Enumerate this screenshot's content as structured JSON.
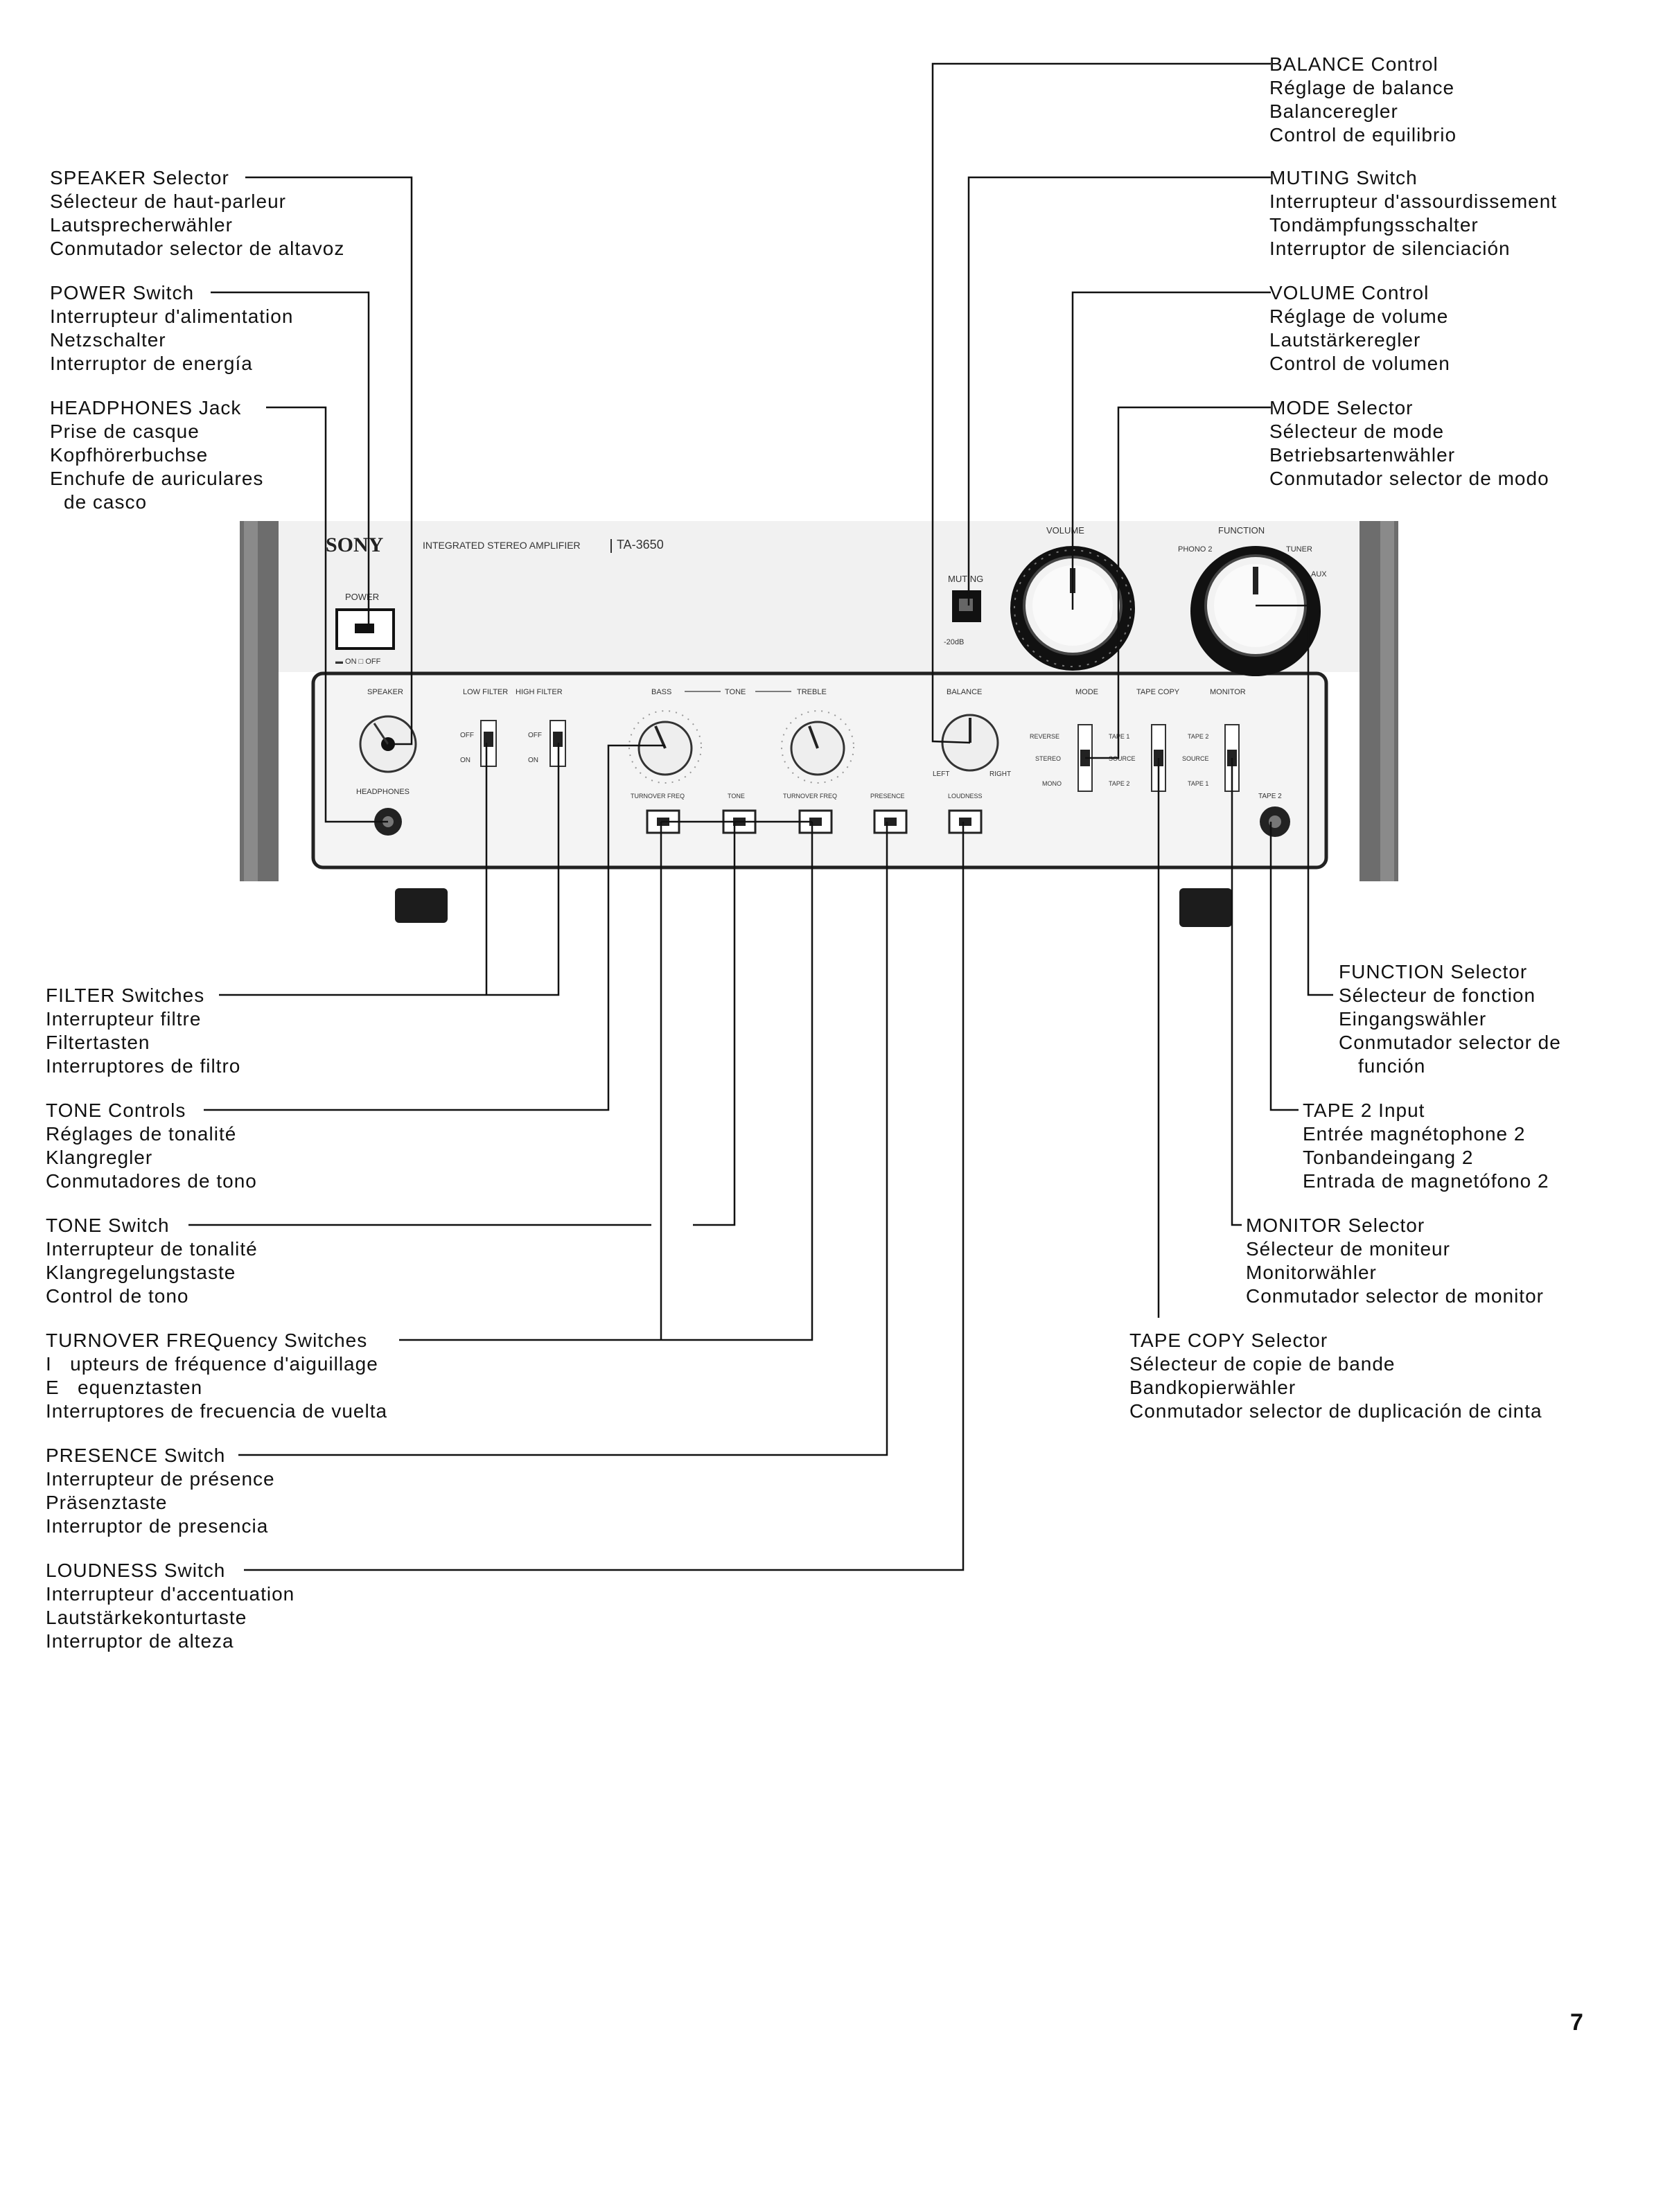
{
  "panel": {
    "brand": "SONY",
    "model_text": "INTEGRATED STEREO AMPLIFIER",
    "model_number": "TA-3650",
    "power": "POWER",
    "power_state": "▬ ON  □ OFF",
    "volume": "VOLUME",
    "function": "FUNCTION",
    "muting": "MUTING",
    "muting_db": "-20dB",
    "phono2": "PHONO 2",
    "tuner": "TUNER",
    "aux": "AUX",
    "speaker": "SPEAKER",
    "low_filter": "LOW FILTER",
    "high_filter": "HIGH FILTER",
    "bass": "BASS",
    "tone": "TONE",
    "treble": "TREBLE",
    "balance": "BALANCE",
    "left": "LEFT",
    "right": "RIGHT",
    "mode": "MODE",
    "tape_copy": "TAPE COPY",
    "monitor": "MONITOR",
    "reverse": "REVERSE",
    "stereo": "STEREO",
    "mono": "MONO",
    "source": "SOURCE",
    "tape1": "TAPE 1",
    "tape2": "TAPE 2",
    "headphones": "HEADPHONES",
    "turnover_freq": "TURNOVER FREQ",
    "tone_btn": "TONE",
    "presence": "PRESENCE",
    "loudness": "LOUDNESS",
    "off": "OFF",
    "on": "ON"
  },
  "labels": {
    "balance": [
      "BALANCE Control",
      "Réglage de balance",
      "Balanceregler",
      "Control de equilibrio"
    ],
    "muting": [
      "MUTING Switch",
      "Interrupteur d'assourdissement",
      "Tondämpfungsschalter",
      "Interruptor de silenciación"
    ],
    "volume": [
      "VOLUME Control",
      "Réglage de volume",
      "Lautstärkeregler",
      "Control de volumen"
    ],
    "mode": [
      "MODE Selector",
      "Sélecteur de mode",
      "Betriebsartenwähler",
      "Conmutador selector de modo"
    ],
    "speaker": [
      "SPEAKER Selector",
      "Sélecteur de haut-parleur",
      "Lautsprecherwähler",
      "Conmutador selector de altavoz"
    ],
    "power": [
      "POWER Switch",
      "Interrupteur d'alimentation",
      "Netzschalter",
      "Interruptor de energía"
    ],
    "headphones": [
      "HEADPHONES Jack",
      "Prise de casque",
      "Kopfhörerbuchse",
      "Enchufe de auriculares",
      "de casco"
    ],
    "filter": [
      "FILTER Switches",
      "Interrupteur filtre",
      "Filtertasten",
      "Interruptores de filtro"
    ],
    "tone_controls": [
      "TONE Controls",
      "Réglages de tonalité",
      "Klangregler",
      "Conmutadores de tono"
    ],
    "tone_switch": [
      "TONE Switch",
      "Interrupteur de tonalité",
      "Klangregelungstaste",
      "Control de tono"
    ],
    "turnover": [
      "TURNOVER FREQuency Switches",
      "I   upteurs de fréquence d'aiguillage",
      "E   equenztasten",
      "Interruptores de frecuencia de vuelta"
    ],
    "presence": [
      "PRESENCE Switch",
      "Interrupteur de présence",
      "Präsenztaste",
      "Interruptor de presencia"
    ],
    "loudness": [
      "LOUDNESS Switch",
      "Interrupteur d'accentuation",
      "Lautstärkekonturtaste",
      "Interruptor de alteza"
    ],
    "function": [
      "FUNCTION Selector",
      "Sélecteur de fonction",
      "Eingangswähler",
      "Conmutador selector de",
      "función"
    ],
    "tape2": [
      "TAPE 2 Input",
      "Entrée magnétophone 2",
      "Tonbandeingang 2",
      "Entrada de magnetófono 2"
    ],
    "monitor": [
      "MONITOR Selector",
      "Sélecteur de moniteur",
      "Monitorwähler",
      "Conmutador selector de monitor"
    ],
    "tape_copy": [
      "TAPE COPY Selector",
      "Sélecteur de copie de bande",
      "Bandkopierwähler",
      "Conmutador selector de duplicación de cinta"
    ]
  },
  "page_number": "7"
}
